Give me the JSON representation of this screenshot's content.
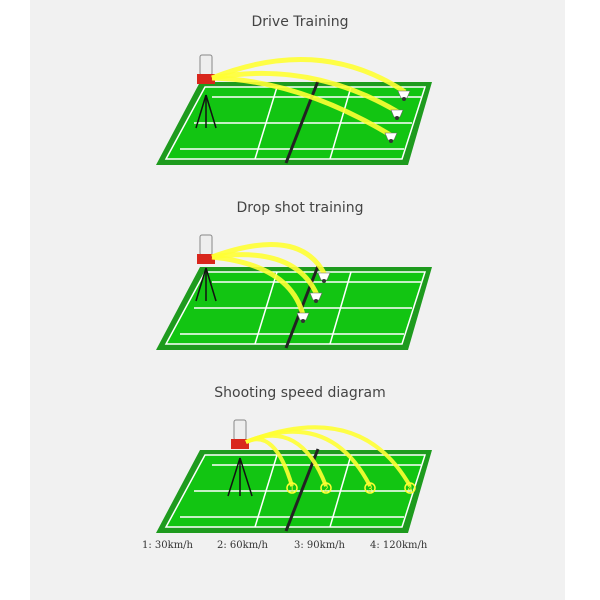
{
  "diagrams": [
    {
      "title": "Drive Training",
      "markers": []
    },
    {
      "title": "Drop shot training",
      "markers": []
    },
    {
      "title": "Shooting speed diagram",
      "markers": [
        "1",
        "2",
        "3",
        "4"
      ]
    }
  ],
  "speed_legend": [
    "1: 30km/h",
    "2: 60km/h",
    "3: 90km/h",
    "4: 120km/h"
  ],
  "colors": {
    "panel": "#f1f1f1",
    "court_outer": "#1e9b1e",
    "court_inner": "#12c512",
    "court_lines": "#ffffff",
    "trajectory": "#ffff33",
    "machine_body": "#d9261c"
  }
}
